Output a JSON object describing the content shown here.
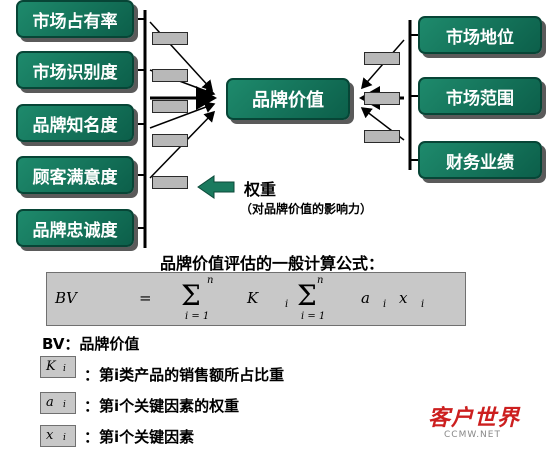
{
  "diagram": {
    "left_factors": [
      "市场占有率",
      "市场识别度",
      "品牌知名度",
      "顾客满意度",
      "品牌忠诚度"
    ],
    "right_factors": [
      "市场地位",
      "市场范围",
      "财务业绩"
    ],
    "center": "品牌价值",
    "weight_label": "权重",
    "weight_note": "（对品牌价值的影响力）",
    "arrow_color": "#1a7a5e",
    "box_color": "#127359"
  },
  "formula": {
    "title": "品牌价值评估的一般计算公式：",
    "lhs": "BV",
    "eq": "=",
    "sum_top": "n",
    "sum_bottom": "i = 1",
    "k": "K",
    "k_sub": "i",
    "a": "a",
    "a_sub": "i",
    "x": "x",
    "x_sub": "i"
  },
  "definitions": {
    "bv": "BV：品牌价值",
    "k_text": "：第i类产品的销售额所占比重",
    "a_text": "：第i个关键因素的权重",
    "x_text": "：第i个关键因素"
  },
  "logo": {
    "text": "客户世界",
    "url": "CCMW.NET"
  }
}
